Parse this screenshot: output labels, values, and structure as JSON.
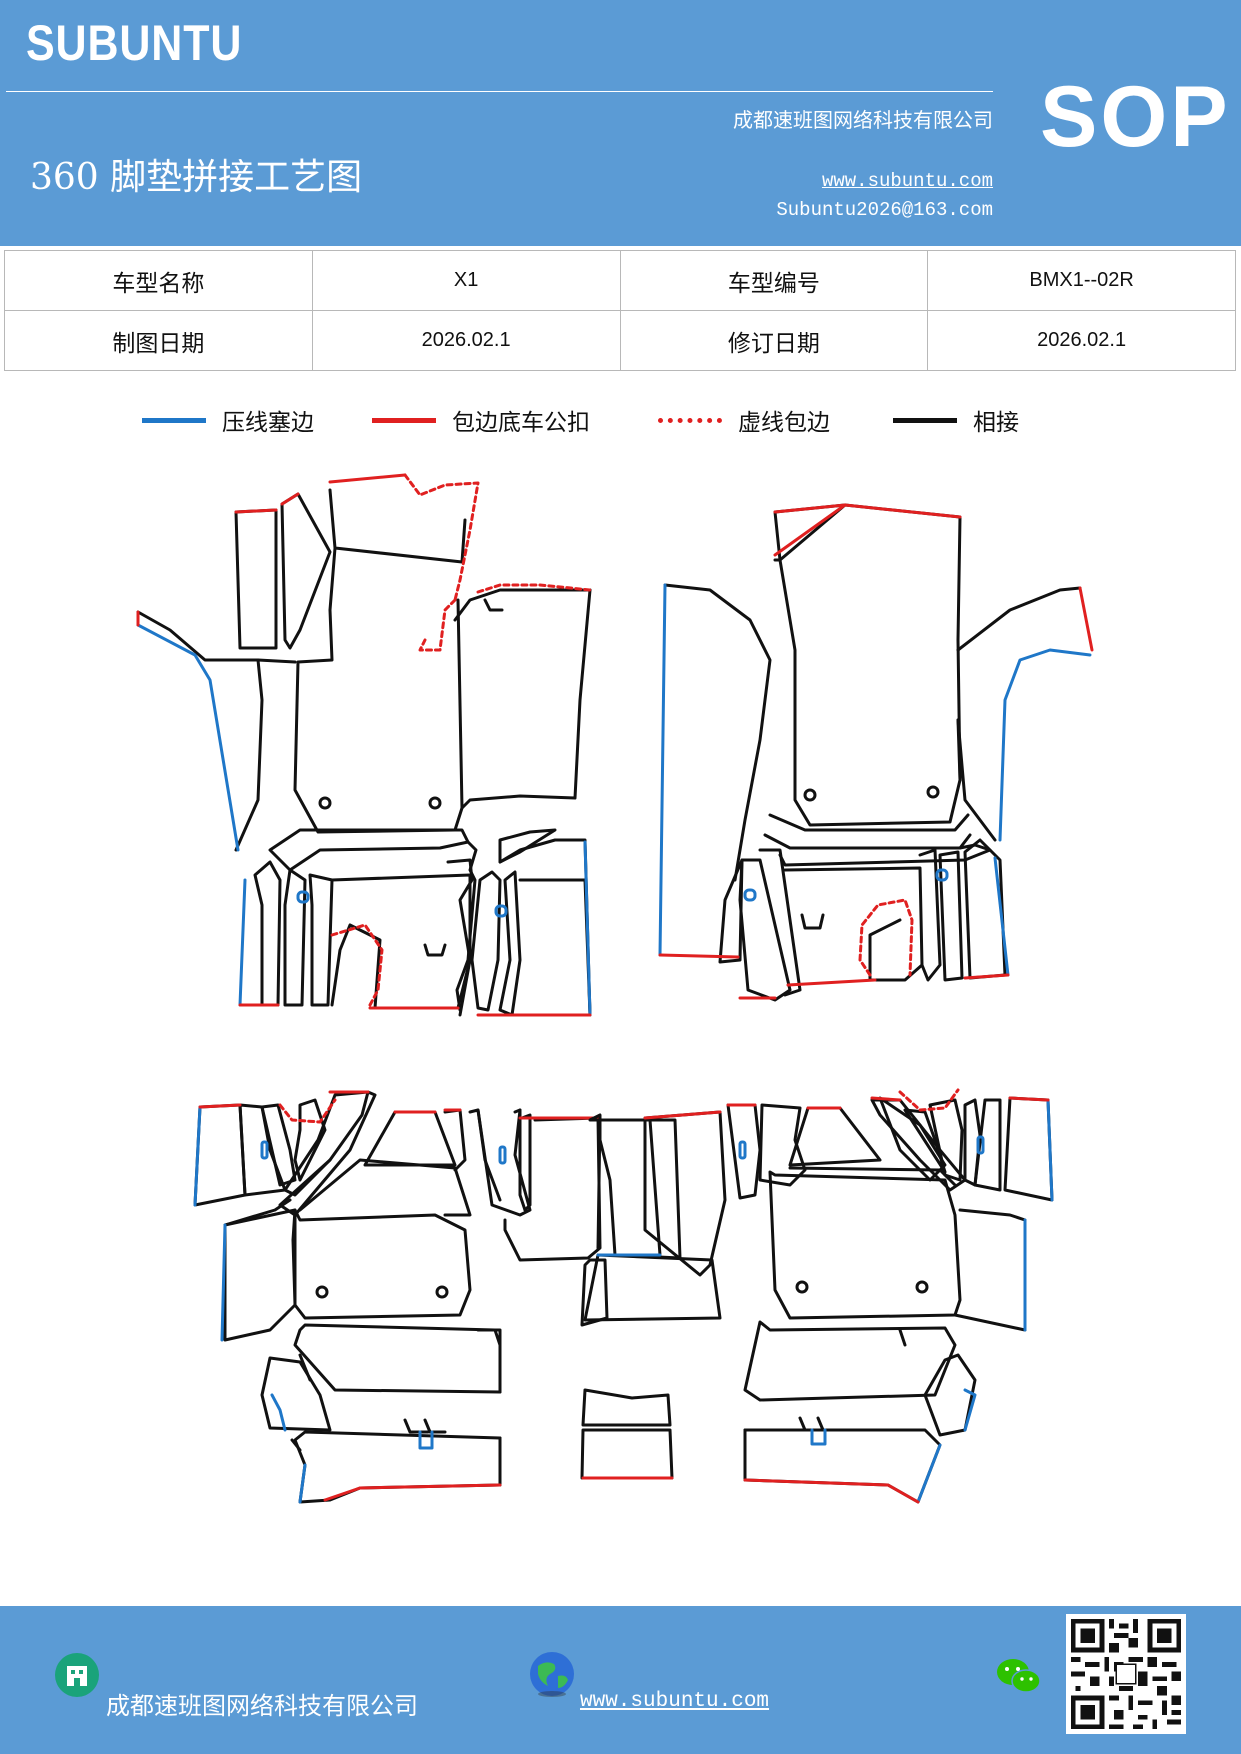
{
  "header": {
    "brand": "SUBUNTU",
    "company": "成都速班图网络科技有限公司",
    "title": "360 脚垫拼接工艺图",
    "website": "www.subuntu.com",
    "email": "Subuntu2026@163.com",
    "badge": "SOP"
  },
  "info": {
    "model_name_label": "车型名称",
    "model_name": "X1",
    "model_code_label": "车型编号",
    "model_code": "BMX1--02R",
    "draw_date_label": "制图日期",
    "draw_date": "2026.02.1",
    "revision_date_label": "修订日期",
    "revision_date": "2026.02.1"
  },
  "legend": [
    {
      "label": "压线塞边",
      "color": "#1f77c8",
      "style": "solid"
    },
    {
      "label": "包边底车公扣",
      "color": "#e02020",
      "style": "solid"
    },
    {
      "label": "虚线包边",
      "color": "#e02020",
      "style": "dashed"
    },
    {
      "label": "相接",
      "color": "#111111",
      "style": "solid"
    }
  ],
  "footer": {
    "company": "成都速班图网络科技有限公司",
    "website": "www.subuntu.com"
  },
  "colors": {
    "header_bg": "#5b9bd5",
    "press_line": "#1f77c8",
    "edge_red": "#e02020",
    "joint": "#111111"
  },
  "icons": [
    "building-icon",
    "globe-icon",
    "wechat-icon",
    "qr-code"
  ]
}
